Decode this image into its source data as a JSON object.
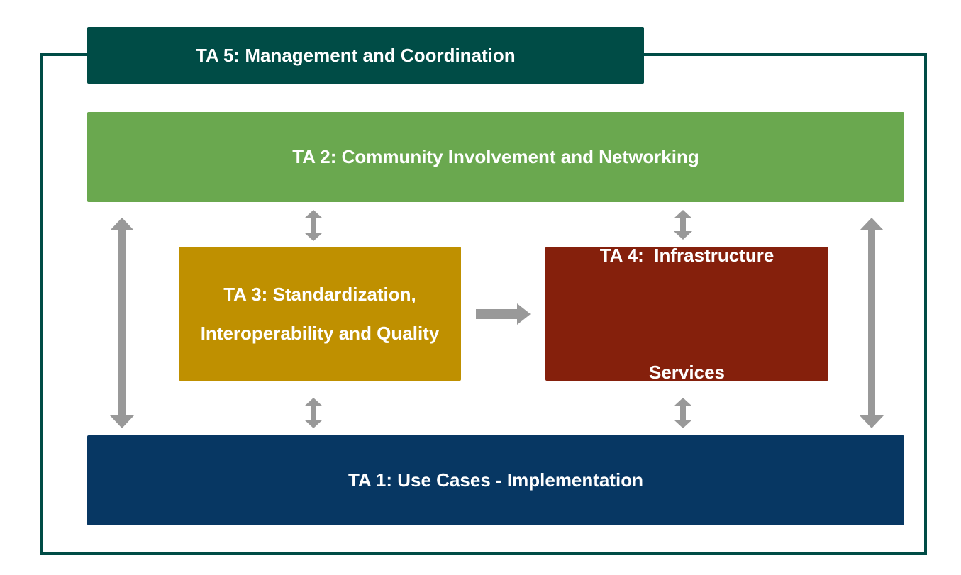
{
  "diagram": {
    "ta5": {
      "label": "TA 5: Management and Coordination",
      "color": "#004c46"
    },
    "ta2": {
      "label": "TA 2: Community Involvement and Networking",
      "color": "#6aa84f"
    },
    "ta3": {
      "line1": "TA 3: Standardization,",
      "line2": "Interoperability and Quality",
      "color": "#bf9000"
    },
    "ta4": {
      "line1": "TA 4:  Infrastructure",
      "line2": "Services",
      "color": "#85200c"
    },
    "ta1": {
      "label": "TA 1: Use Cases - Implementation",
      "color": "#073763"
    },
    "arrow_color": "#999999",
    "frame_color": "#004c46"
  }
}
